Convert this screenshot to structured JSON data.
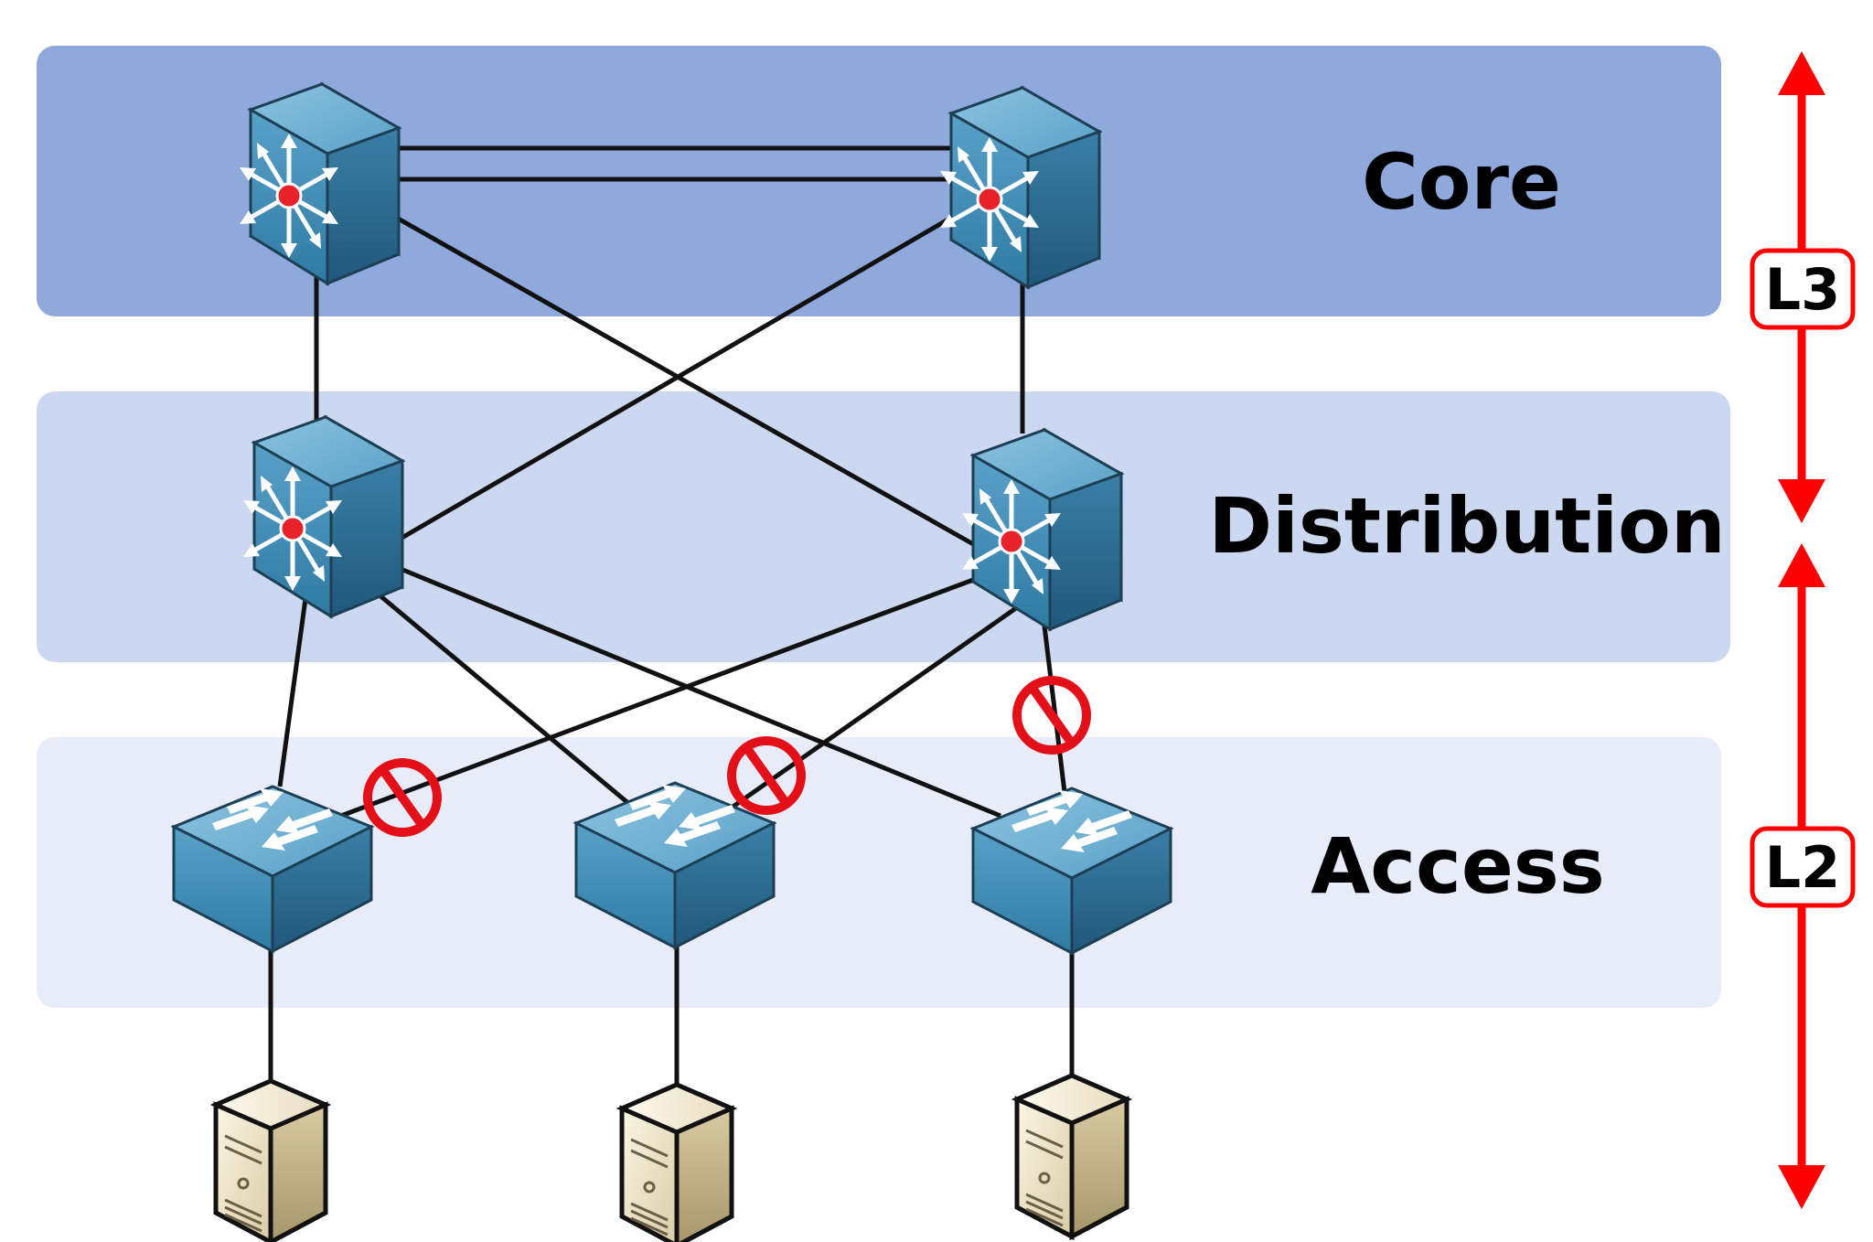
{
  "layers": [
    {
      "id": "core",
      "label": "Core",
      "band_color": "#8fa9dc"
    },
    {
      "id": "distribution",
      "label": "Distribution",
      "band_color": "#cbd8ef"
    },
    {
      "id": "access",
      "label": "Access",
      "band_color": "#e7ecf8"
    }
  ],
  "scope": {
    "l3_label": "L3",
    "l2_label": "L2",
    "arrow_color": "#ff0000"
  },
  "devices": {
    "core": [
      "core-switch-left",
      "core-switch-right"
    ],
    "distribution": [
      "distribution-switch-left",
      "distribution-switch-right"
    ],
    "access": [
      "access-switch-left",
      "access-switch-middle",
      "access-switch-right"
    ],
    "servers": [
      "server-left",
      "server-middle",
      "server-right"
    ]
  },
  "blocked_links": 3,
  "colors": {
    "switch_body": "#3f86ad",
    "switch_dark": "#245c7e",
    "link": "#111111",
    "blocked": "#e3101a",
    "server": "#efe6cf"
  }
}
